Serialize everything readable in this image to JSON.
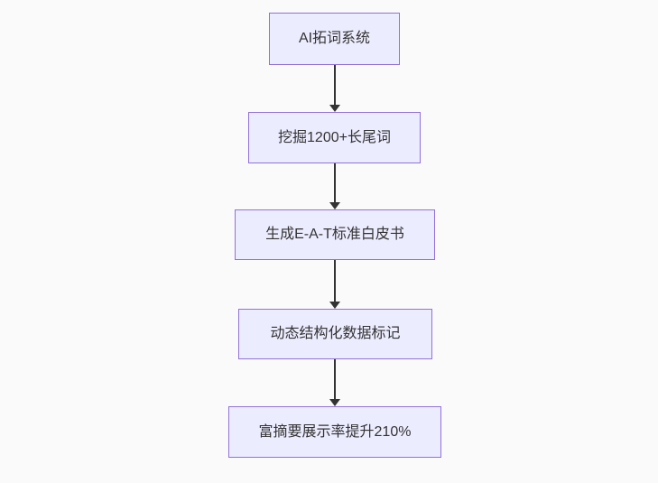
{
  "diagram": {
    "type": "flowchart",
    "direction": "top-down",
    "nodes": [
      {
        "id": "n1",
        "label": "AI拓词系统"
      },
      {
        "id": "n2",
        "label": "挖掘1200+长尾词"
      },
      {
        "id": "n3",
        "label": "生成E-A-T标准白皮书"
      },
      {
        "id": "n4",
        "label": "动态结构化数据标记"
      },
      {
        "id": "n5",
        "label": "富摘要展示率提升210%"
      }
    ],
    "edges": [
      {
        "from": "AI拓词系统",
        "to": "挖掘1200+长尾词",
        "style": "solid-arrow"
      },
      {
        "from": "挖掘1200+长尾词",
        "to": "生成E-A-T标准白皮书",
        "style": "solid-arrow"
      },
      {
        "from": "生成E-A-T标准白皮书",
        "to": "动态结构化数据标记",
        "style": "solid-arrow"
      },
      {
        "from": "动态结构化数据标记",
        "to": "富摘要展示率提升210%",
        "style": "solid-arrow"
      }
    ],
    "colors": {
      "background": "#fafafa",
      "node_fill": "#ececff",
      "node_border": "#9370db",
      "text": "#333333",
      "edge": "#333333"
    }
  }
}
